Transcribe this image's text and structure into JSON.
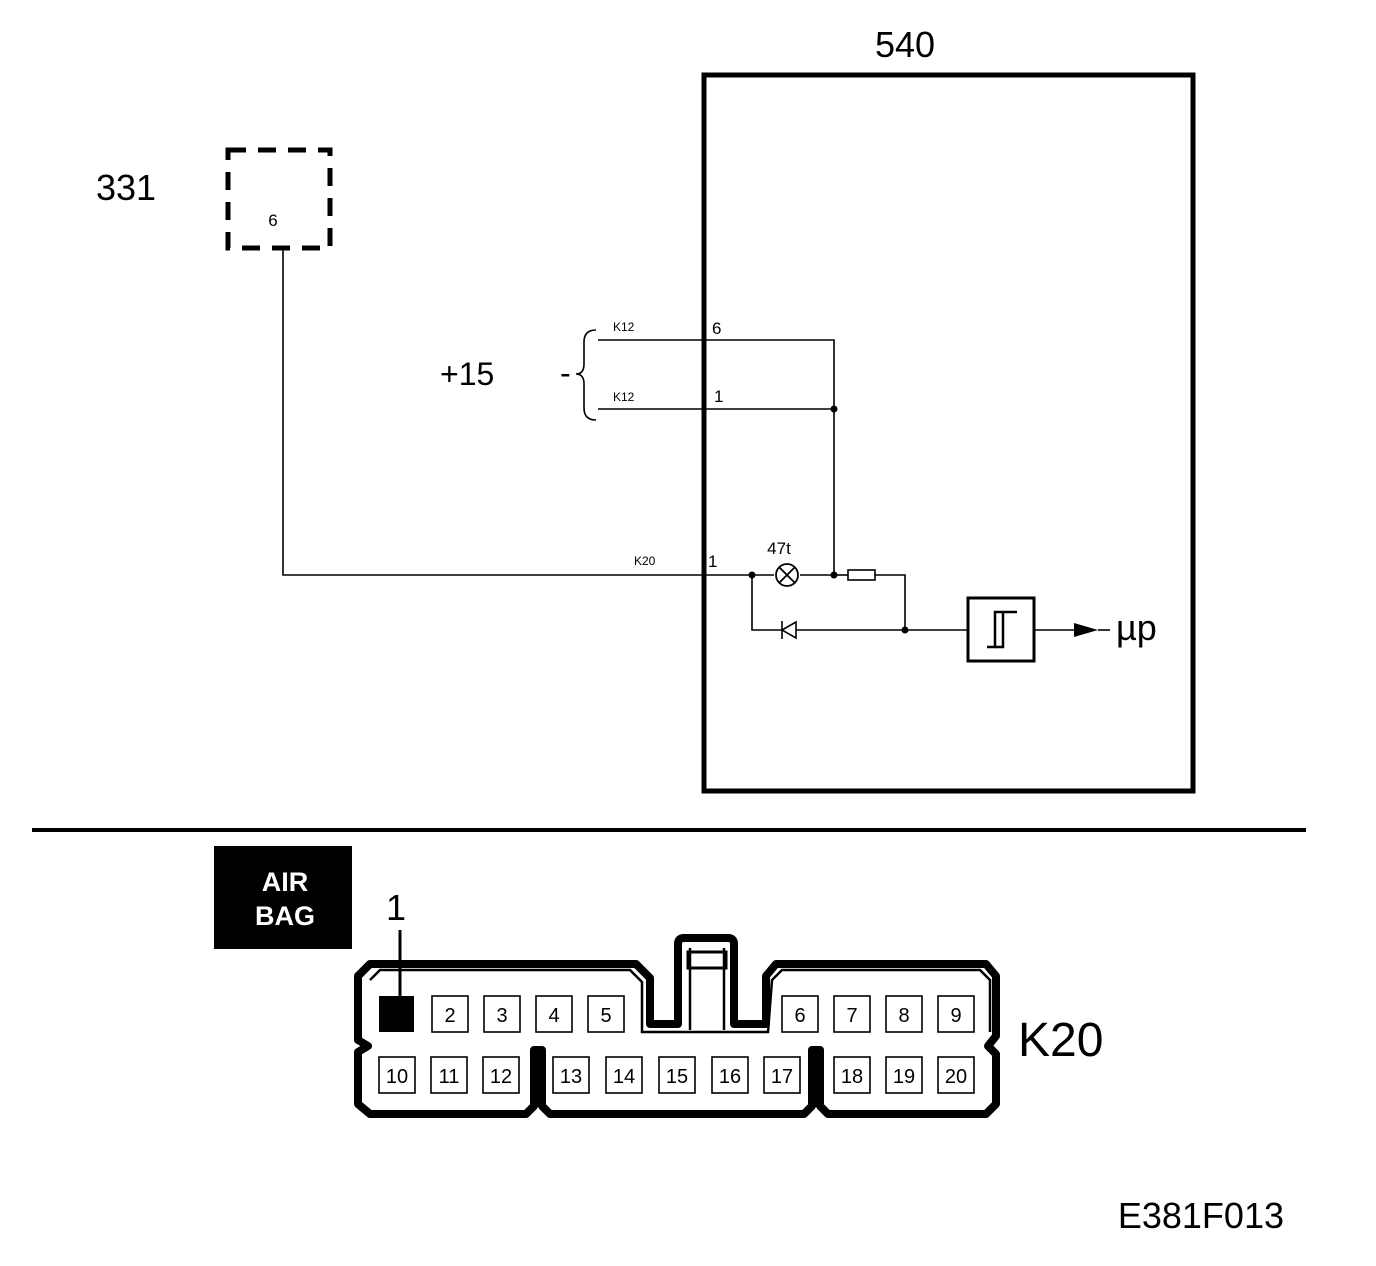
{
  "diagram": {
    "component_540": "540",
    "component_331": "331",
    "component_331_pin": "6",
    "supply_label": "+15",
    "supply_dash": "-",
    "wire_k12_top": {
      "connector": "K12",
      "pin": "6"
    },
    "wire_k12_bottom": {
      "connector": "K12",
      "pin": "1"
    },
    "wire_k20": {
      "connector": "K20",
      "pin": "1"
    },
    "lamp_label": "47t",
    "output_label": "µp"
  },
  "connector": {
    "badge_line1": "AIR",
    "badge_line2": "BAG",
    "pointer_label": "1",
    "name": "K20",
    "top_row_pins": [
      "2",
      "3",
      "4",
      "5",
      "6",
      "7",
      "8",
      "9"
    ],
    "bottom_row_pins": [
      "10",
      "11",
      "12",
      "13",
      "14",
      "15",
      "16",
      "17",
      "18",
      "19",
      "20"
    ],
    "highlighted_pin": "1"
  },
  "figure_id": "E381F013",
  "colors": {
    "ink": "#000000",
    "paper": "#ffffff"
  }
}
